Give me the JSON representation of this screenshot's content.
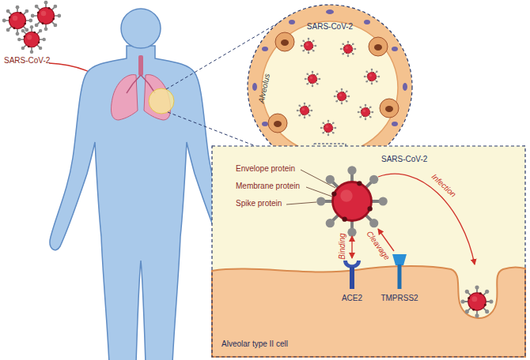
{
  "diagram": {
    "labels": [
      "SARS-CoV-2",
      "SARS-CoV-2",
      "Alveolus",
      "Envelope protein",
      "SARS-CoV-2",
      "Membrane protein",
      "Spike protein",
      "Infection",
      "Cleavage",
      "Binding",
      "ACE2",
      "TMPRSS2",
      "Alveolar type II cell"
    ]
  }
}
